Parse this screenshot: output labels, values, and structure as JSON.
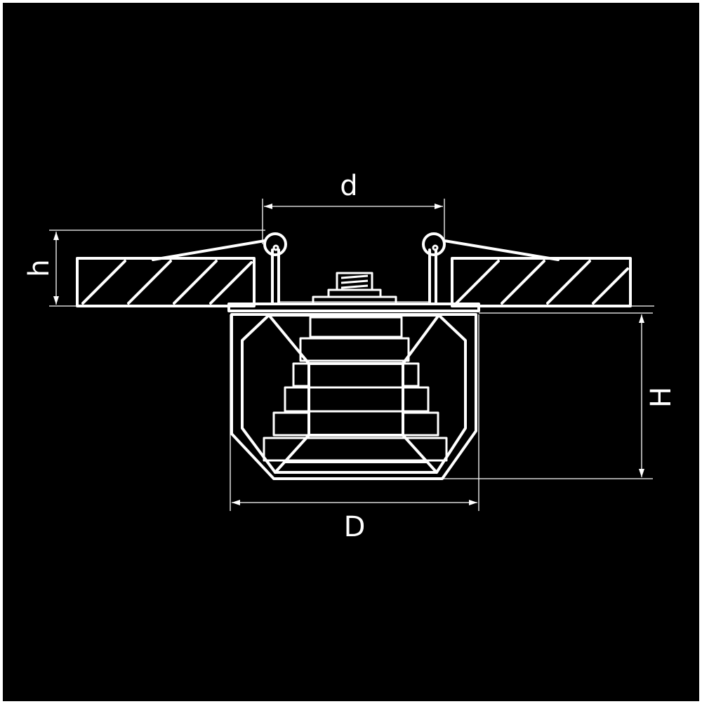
{
  "diagram": {
    "dimensions": {
      "d": "d",
      "D": "D",
      "h": "h",
      "H": "H"
    },
    "colors": {
      "background": "#000000",
      "line": "#ffffff",
      "border": "#ffffff"
    }
  }
}
